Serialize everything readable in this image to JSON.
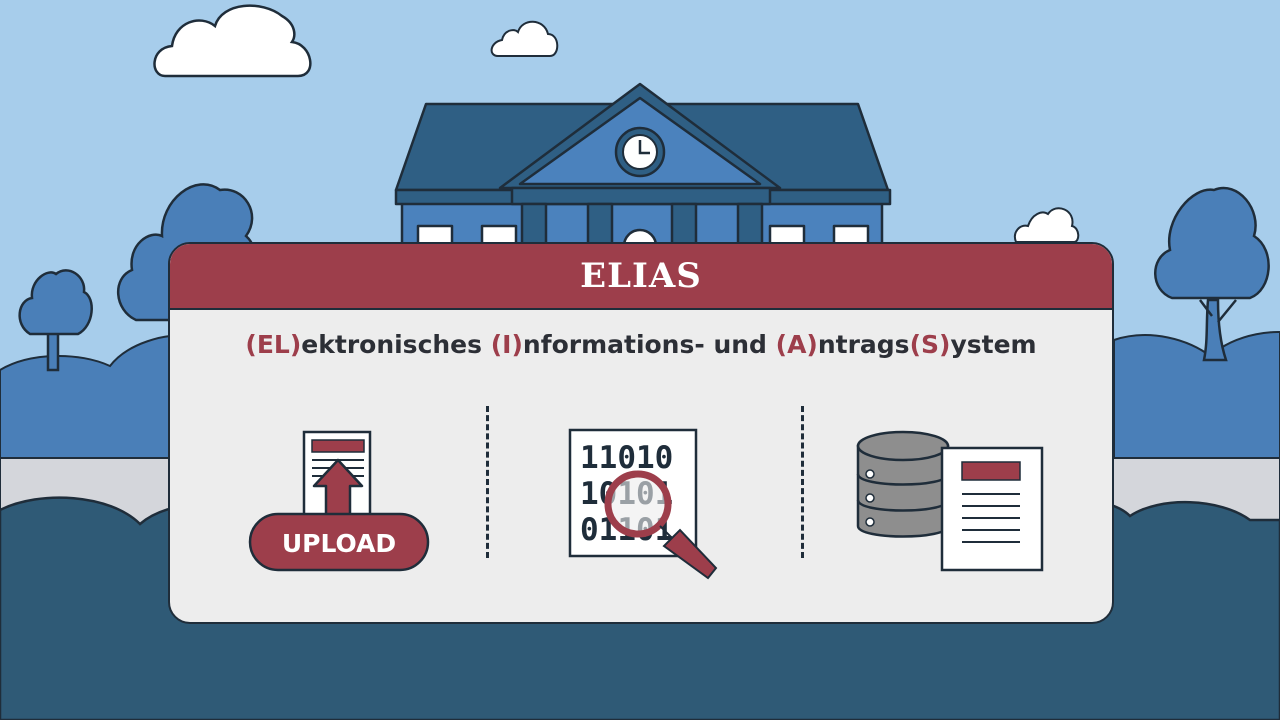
{
  "title": "ELIAS",
  "subtitle": {
    "parts": [
      {
        "text": "(EL)",
        "highlight": true
      },
      {
        "text": "ektronisches ",
        "highlight": false
      },
      {
        "text": "(I)",
        "highlight": true
      },
      {
        "text": "nformations- und ",
        "highlight": false
      },
      {
        "text": "(A)",
        "highlight": true
      },
      {
        "text": "ntrags",
        "highlight": false
      },
      {
        "text": "(S)",
        "highlight": true
      },
      {
        "text": "ystem",
        "highlight": false
      }
    ]
  },
  "features": {
    "upload": {
      "label": "UPLOAD",
      "icon": "upload-document-icon"
    },
    "search": {
      "lines": [
        "11010",
        "10101",
        "01101"
      ],
      "icon": "binary-search-icon"
    },
    "database": {
      "icon": "database-document-icon"
    }
  },
  "colors": {
    "accent": "#9d3e4b",
    "sky": "#a7cdeb",
    "building": "#4b82bd",
    "roof": "#2f5f84",
    "ground": "#2f5a76",
    "outline": "#1f2d3a"
  }
}
